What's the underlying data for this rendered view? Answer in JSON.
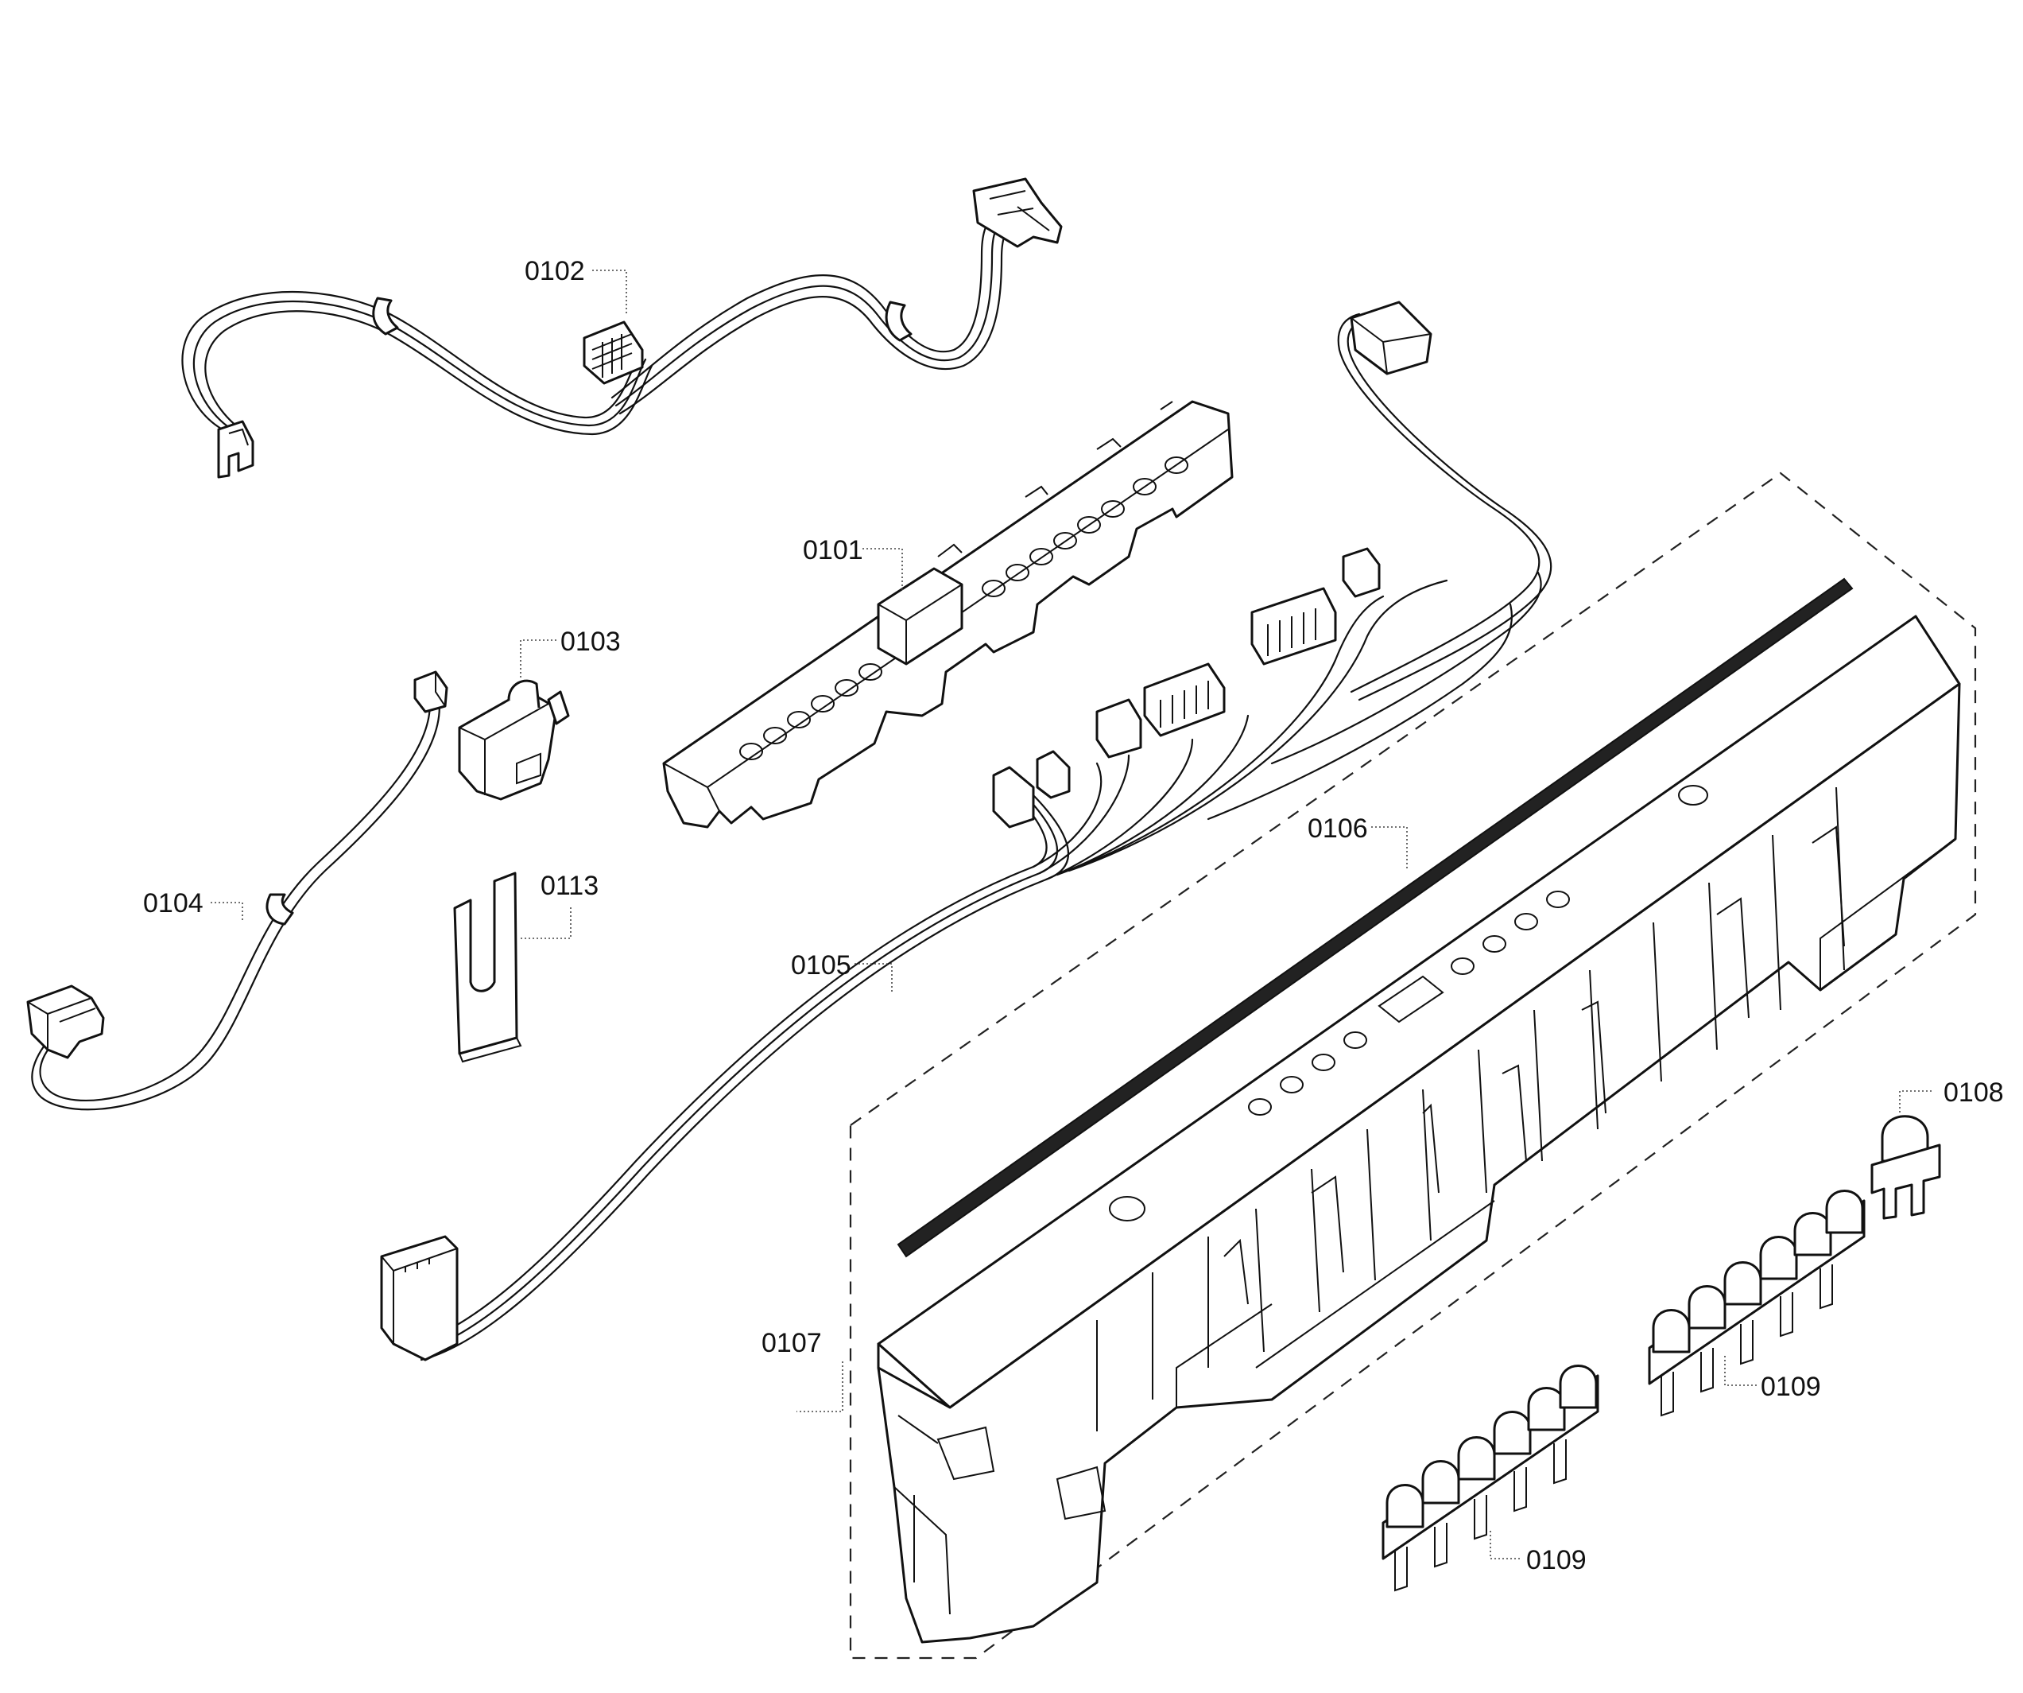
{
  "callouts": {
    "c0101": "0101",
    "c0102": "0102",
    "c0103": "0103",
    "c0104": "0104",
    "c0105": "0105",
    "c0106": "0106",
    "c0107": "0107",
    "c0108": "0108",
    "c0109a": "0109",
    "c0109b": "0109",
    "c0113": "0113"
  },
  "colors": {
    "line": "#111111",
    "background": "#ffffff"
  }
}
